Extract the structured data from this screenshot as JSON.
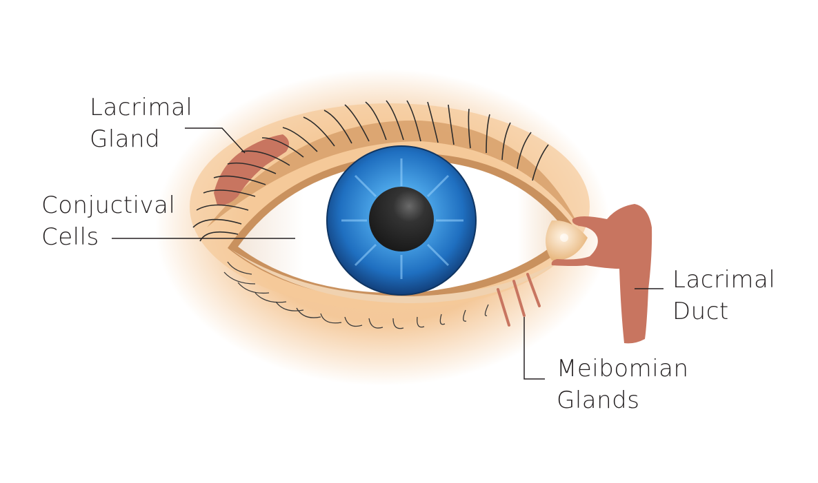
{
  "diagram": {
    "subject": "Human eye anatomy with tear-producing structures",
    "labels": [
      {
        "id": "lacrimal-gland",
        "lines": [
          "Lacrimal",
          "Gland"
        ]
      },
      {
        "id": "conjunctival-cells",
        "lines": [
          "Conjuctival",
          "Cells"
        ]
      },
      {
        "id": "lacrimal-duct",
        "lines": [
          "Lacrimal",
          "Duct"
        ]
      },
      {
        "id": "meibomian-glands",
        "lines": [
          "Meibomian",
          "Glands"
        ]
      }
    ],
    "colors": {
      "skin_glow": "#f3c28e",
      "lid_band": "#c9915e",
      "gland": "#c87560",
      "sclera": "#ffffff",
      "iris": "#1f6fc0",
      "iris_light": "#5fb0ea",
      "pupil": "#262626",
      "lash": "#2b2b2b",
      "text": "#231f20"
    }
  }
}
